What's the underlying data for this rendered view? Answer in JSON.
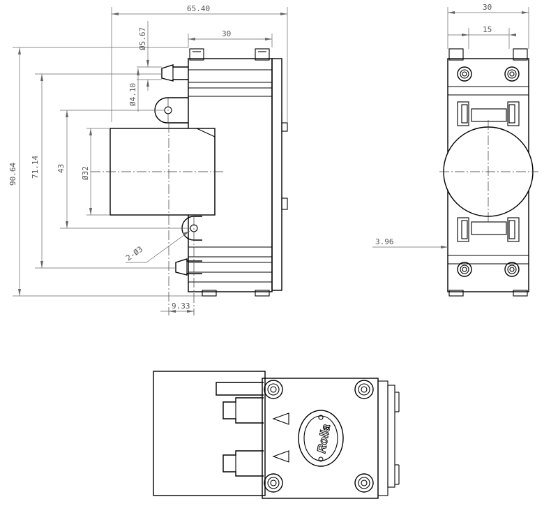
{
  "dimensions": {
    "overall_width": "65.40",
    "body_width_side": "30",
    "port_diameter": "Ø5.67",
    "barb_diameter": "Ø4.10",
    "overall_height": "90.64",
    "port_spacing": "71.14",
    "mount_spacing": "43",
    "motor_diameter": "Ø32",
    "mount_holes": "2-Ø3",
    "mount_offset": "9.33",
    "front_width": "30",
    "front_hole_spacing": "15",
    "front_offset": "3.96"
  },
  "logo": {
    "text": "Rolla"
  }
}
